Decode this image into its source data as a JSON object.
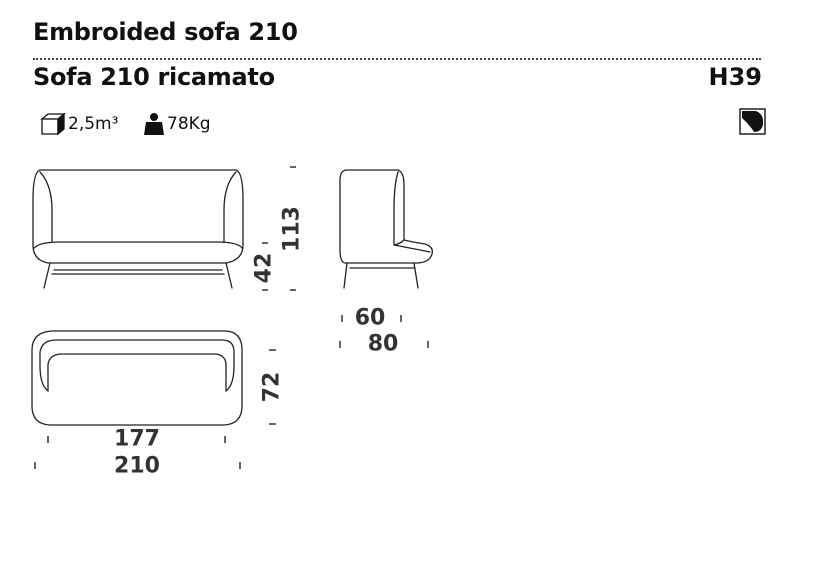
{
  "header": {
    "title": "Embroided sofa 210",
    "subtitle": "Sofa 210 ricamato",
    "code": "H39"
  },
  "specs": {
    "volume": {
      "icon": "package-box-icon",
      "value": "2,5m³"
    },
    "weight": {
      "icon": "weight-icon",
      "value": "78Kg"
    },
    "fabric": {
      "icon": "fabric-swatch-icon"
    }
  },
  "dimensions": {
    "overall_height": "113",
    "seat_height": "42",
    "seat_depth": "60",
    "total_depth": "80",
    "top_depth": "72",
    "seat_width": "177",
    "total_width": "210"
  },
  "colors": {
    "line": "#222222",
    "text": "#111111"
  }
}
